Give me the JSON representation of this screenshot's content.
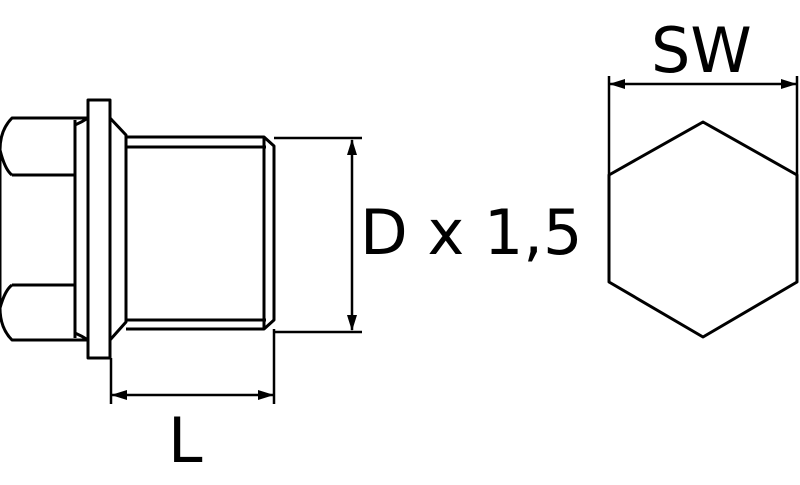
{
  "diagram": {
    "labels": {
      "diameter_pitch": "D x 1,5",
      "length": "L",
      "wrench_size": "SW"
    },
    "colors": {
      "stroke": "#000000",
      "background": "#ffffff"
    }
  }
}
